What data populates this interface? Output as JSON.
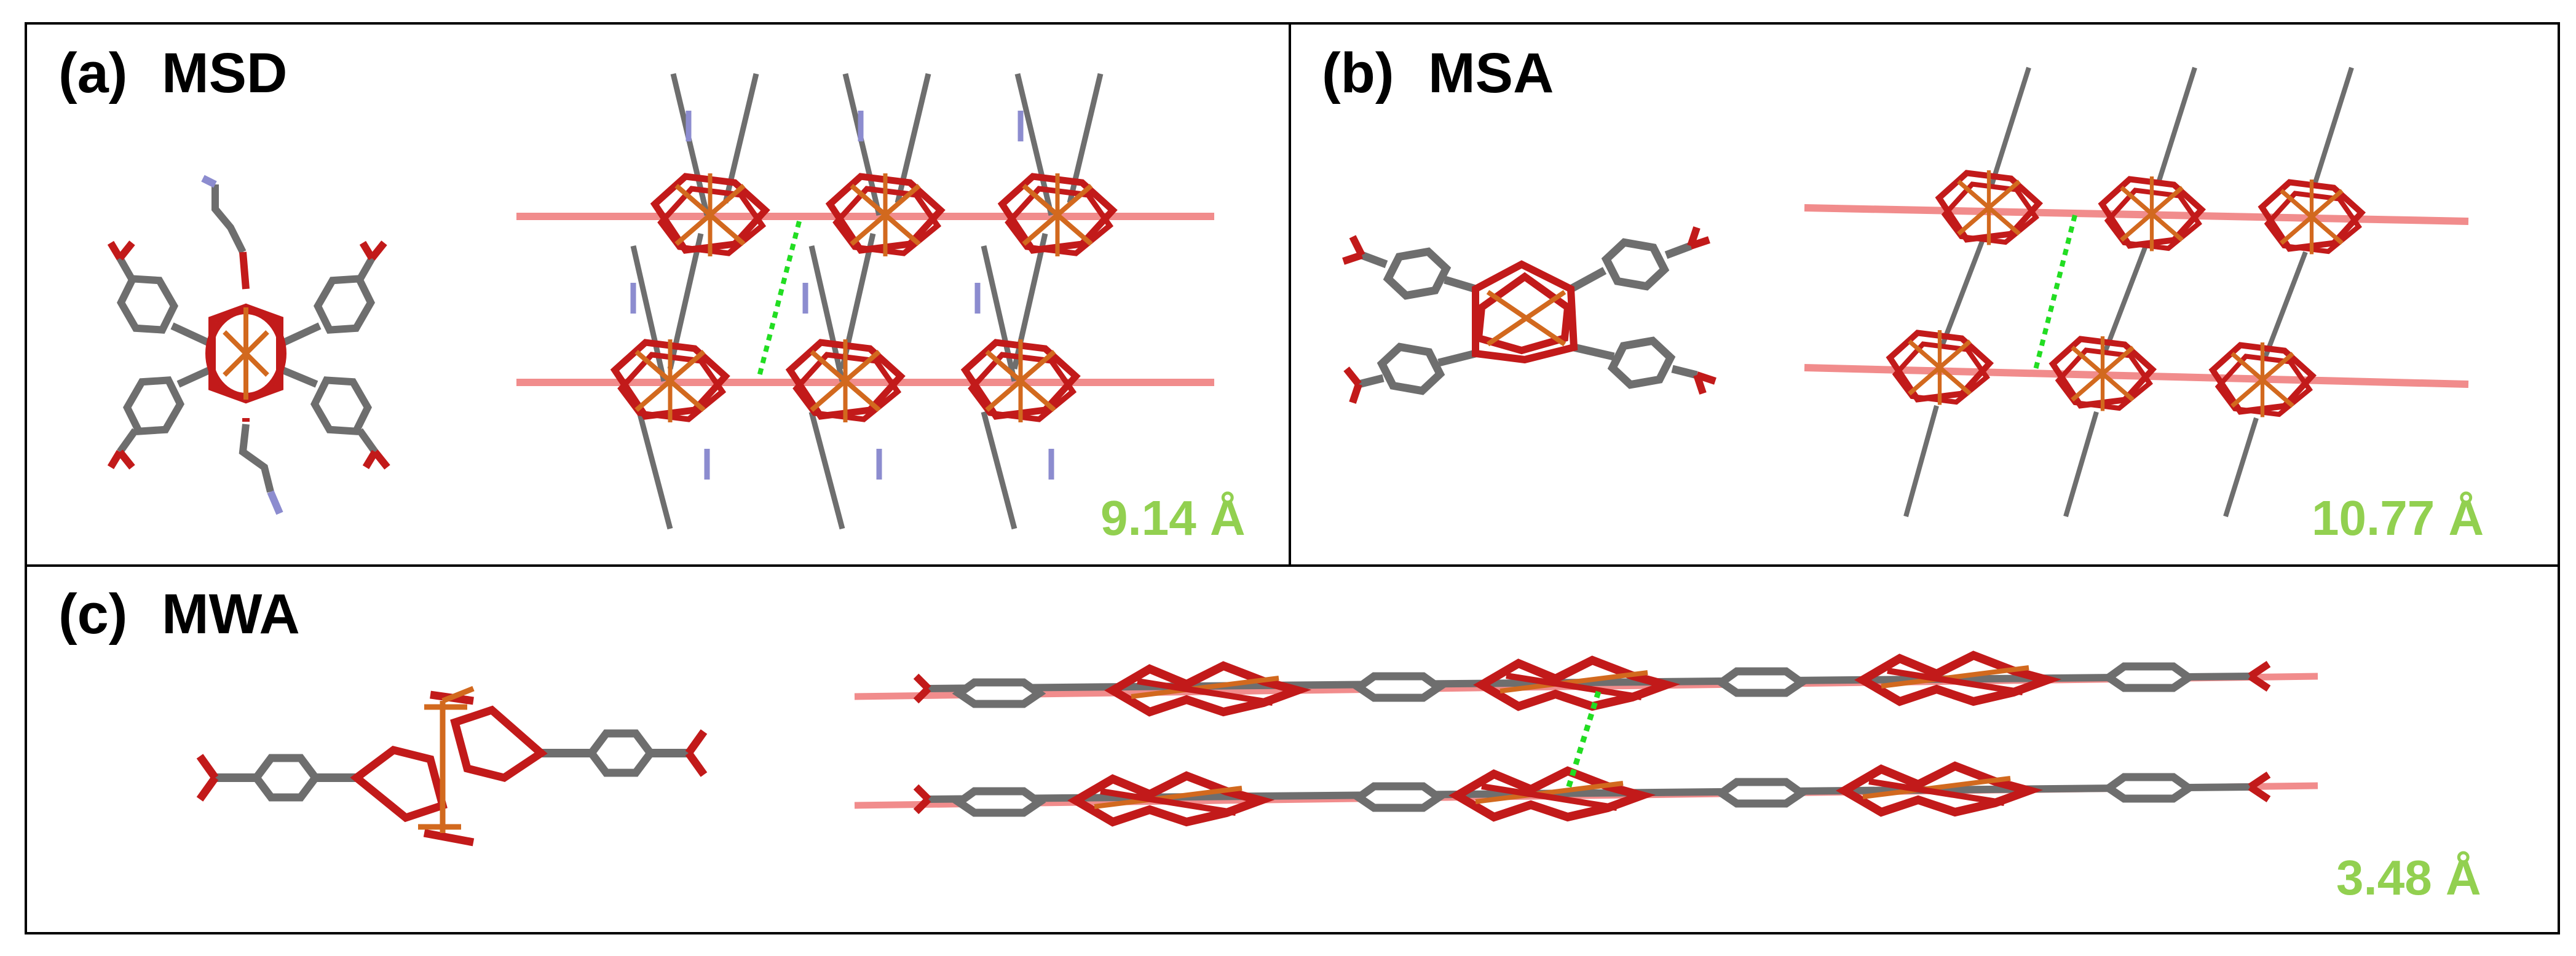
{
  "panels": [
    {
      "id": "a",
      "tag": "(a)",
      "name": "MSD",
      "distance": "9.14 Å"
    },
    {
      "id": "b",
      "tag": "(b)",
      "name": "MSA",
      "distance": "10.77 Å"
    },
    {
      "id": "c",
      "tag": "(c)",
      "name": "MWA",
      "distance": "3.48 Å"
    }
  ],
  "colors": {
    "carbon": "#6e6e6e",
    "oxygen": "#c21a1a",
    "copper": "#d2691e",
    "nitrogen": "#8c8ccf",
    "layer_line": "#f08080",
    "distance": "#92d050",
    "border": "#000000"
  }
}
